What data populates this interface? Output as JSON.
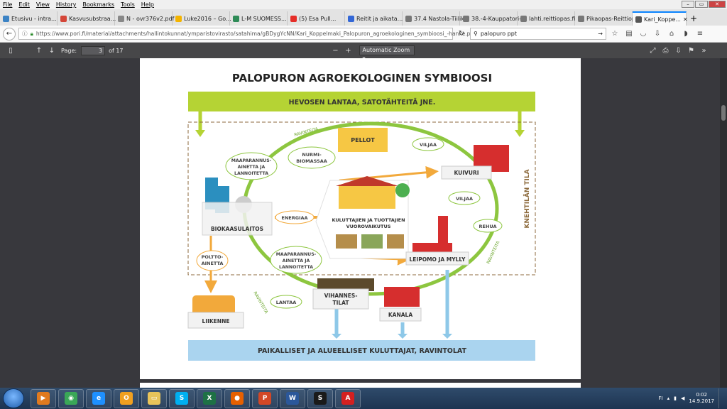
{
  "menubar": {
    "items": [
      "File",
      "Edit",
      "View",
      "History",
      "Bookmarks",
      "Tools",
      "Help"
    ]
  },
  "tabs": [
    {
      "label": "Etusivu - intra...",
      "color": "#3b82c4"
    },
    {
      "label": "Kasvusubstraa...",
      "color": "#d44638"
    },
    {
      "label": "N - ovr376v2.pdf",
      "color": "#888888"
    },
    {
      "label": "Luke2016 – Go...",
      "color": "#f4b400"
    },
    {
      "label": "L-M SUOMESS...",
      "color": "#2e8b57"
    },
    {
      "label": "(5) Esa Pull...",
      "color": "#e52d27"
    },
    {
      "label": "Reitit ja aikata...",
      "color": "#3367d6"
    },
    {
      "label": "37.4 Nastola-Tiilik...",
      "color": "#777777"
    },
    {
      "label": "38.-4-Kauppatori-...",
      "color": "#777777"
    },
    {
      "label": "lahti.reittiopas.fi",
      "color": "#777777"
    },
    {
      "label": "Pikaopas-Reittiopp...",
      "color": "#777777"
    },
    {
      "label": "Kari_Koppe...",
      "color": "#555555",
      "active": true
    }
  ],
  "navbar": {
    "url": "https://www.pori.fi/material/attachments/hallintokunnat/ymparistovirasto/satahima/gBDygYcNN/Kari_Koppelmaki_Palopuron_agroekologinen_symbioosi_-hanke.pdf",
    "search_value": "palopuro ppt"
  },
  "pdfbar": {
    "page_label": "Page:",
    "page_current": "3",
    "page_total": "of 17",
    "zoom": "Automatic Zoom"
  },
  "diagram": {
    "title": "PALOPURON AGROEKOLOGINEN SYMBIOOSI",
    "top_banner": "HEVOSEN LANTAA, SATOTÄHTEITÄ JNE.",
    "bottom_banner": "PAIKALLISET JA ALUEELLISET KULUTTAJAT, RAVINTOLAT",
    "side_label": "KNEHTILÄN TILA",
    "center_line1": "KULUTTAJIEN JA TUOTTAJIEN",
    "center_line2": "VUOROVAIKUTUS",
    "nodes": {
      "pellot": "PELLOT",
      "kuivuri": "KUIVURI",
      "biokaasu": "BIOKAASULAITOS",
      "leipomo": "LEIPOMO JA MYLLY",
      "vihannes1": "VIHANNES-",
      "vihannes2": "TILAT",
      "kanala": "KANALA",
      "liikenne": "LIIKENNE"
    },
    "ellipses": {
      "viljaa1": "VILJAA",
      "viljaa2": "VILJAA",
      "rehua": "REHUA",
      "nurmi1": "NURMI-",
      "nurmi2": "BIOMASSAA",
      "maapar1_1": "MAAPARANNUS-",
      "maapar1_2": "AINETTA JA",
      "maapar1_3": "LANNOITETTA",
      "maapar2_1": "MAAPARANNUS-",
      "maapar2_2": "AINETTA JA",
      "maapar2_3": "LANNOITETTA",
      "energiaa": "ENERGIAA",
      "poltto1": "POLTTO-",
      "poltto2": "AINETTA",
      "lantaa": "LANTAA"
    },
    "arc_labels": {
      "ravinteita_top": "RAVINTEITA",
      "ravinteita_left": "RAVINTEITA",
      "ravinteita_right": "RAVINTEITA"
    }
  },
  "taskbar": {
    "apps": [
      {
        "name": "media-player",
        "color": "#e07a1f",
        "glyph": "▶"
      },
      {
        "name": "chrome",
        "color": "#3aa757",
        "glyph": "◉"
      },
      {
        "name": "internet-explorer",
        "color": "#1e90ff",
        "glyph": "e"
      },
      {
        "name": "outlook",
        "color": "#f0a020",
        "glyph": "O"
      },
      {
        "name": "file-explorer",
        "color": "#e8c45a",
        "glyph": "▭"
      },
      {
        "name": "skype",
        "color": "#00aff0",
        "glyph": "S"
      },
      {
        "name": "excel",
        "color": "#1e7145",
        "glyph": "X"
      },
      {
        "name": "firefox",
        "color": "#e66000",
        "glyph": "●"
      },
      {
        "name": "powerpoint",
        "color": "#d24726",
        "glyph": "P"
      },
      {
        "name": "word",
        "color": "#2b579a",
        "glyph": "W"
      },
      {
        "name": "app-s",
        "color": "#1a1a1a",
        "glyph": "S"
      },
      {
        "name": "acrobat",
        "color": "#d42020",
        "glyph": "A"
      }
    ],
    "lang": "FI",
    "time": "0:02",
    "date": "14.9.2017"
  }
}
